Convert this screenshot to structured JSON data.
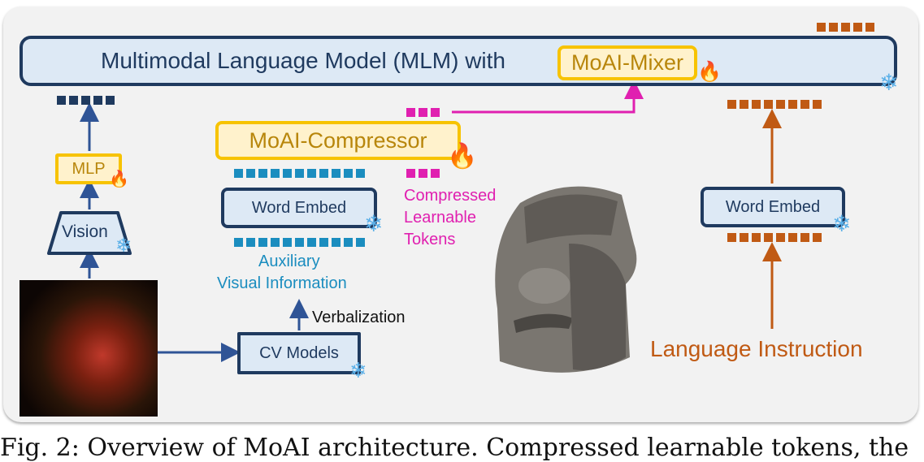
{
  "mlm": {
    "title": "Multimodal Language Model (MLM) with",
    "mixer": "MoAI-Mixer"
  },
  "compressor": "MoAI-Compressor",
  "mlp": "MLP",
  "vision": "Vision",
  "word_embed_left": "Word Embed",
  "word_embed_right": "Word Embed",
  "cv_models": "CV Models",
  "verbalization": "Verbalization",
  "aux_line1": "Auxiliary",
  "aux_line2": "Visual Information",
  "compressed": [
    "Compressed",
    "Learnable",
    "Tokens"
  ],
  "language_instruction": "Language Instruction",
  "caption": "Fig. 2: Overview of MoAI architecture. Compressed learnable tokens, the",
  "colors": {
    "navy": "#1f3a5f",
    "gold": "#f7c300",
    "teal": "#1b8dbf",
    "magenta": "#e020b0",
    "orange": "#c05a14",
    "arrow": "#2f5496"
  },
  "icons": {
    "frozen": "snowflake-icon",
    "trainable": "fire-icon"
  }
}
